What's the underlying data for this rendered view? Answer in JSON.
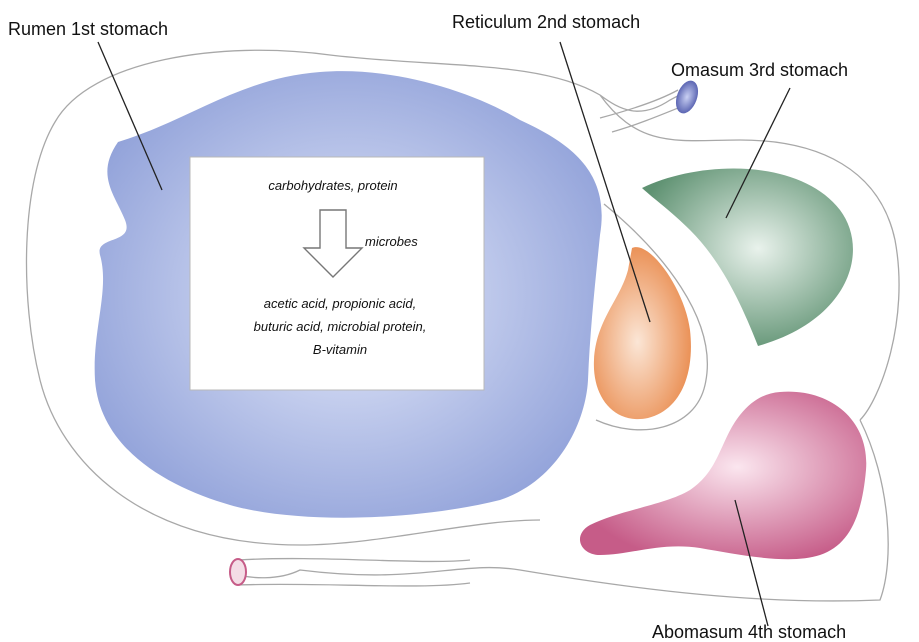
{
  "labels": {
    "rumen": "Rumen 1st stomach",
    "reticulum": "Reticulum 2nd stomach",
    "omasum": "Omasum 3rd stomach",
    "abomasum": "Abomasum 4th stomach"
  },
  "rumen_box": {
    "input": "carbohydrates, protein",
    "agent": "microbes",
    "output_lines": [
      "acetic acid, propionic acid,",
      "buturic acid, microbial protein,",
      "B-vitamin"
    ]
  },
  "colors": {
    "rumen": "#97a7db",
    "reticulum": "#ee9b63",
    "omasum": "#6f9e83",
    "abomasum": "#cf6f96",
    "outline": "#9a9a9a"
  }
}
